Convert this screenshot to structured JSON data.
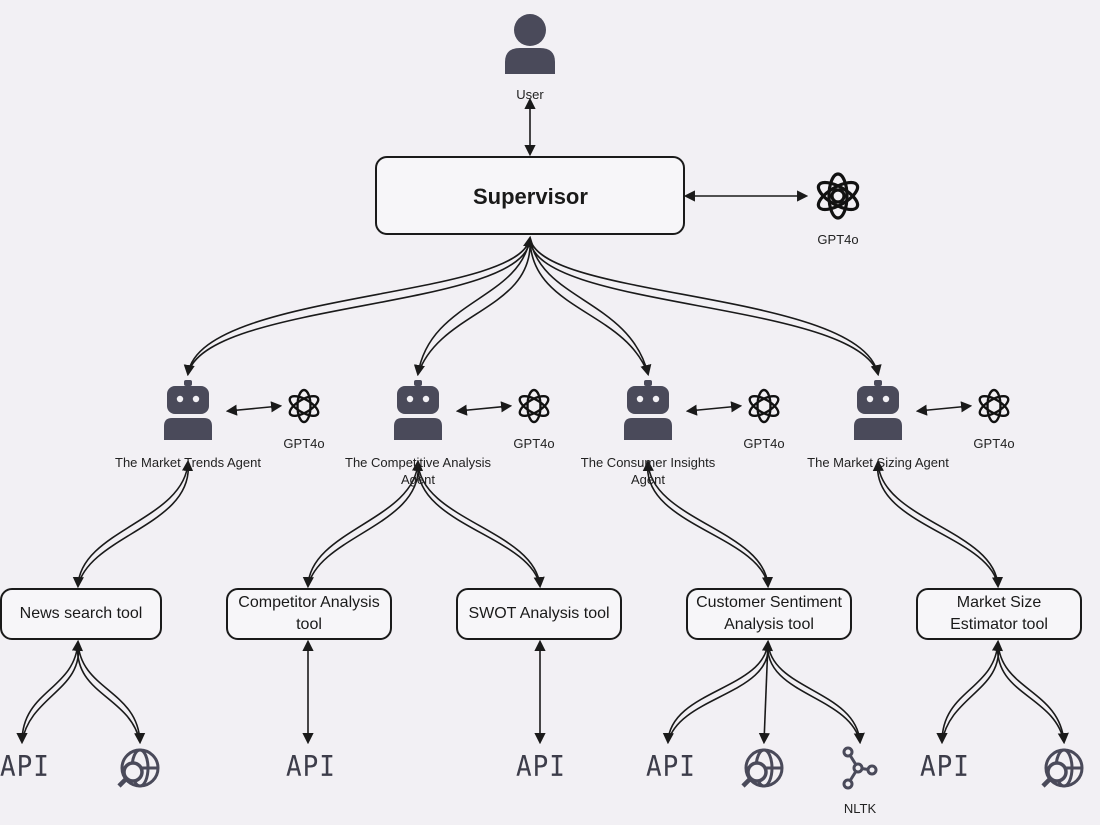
{
  "user": {
    "label": "User"
  },
  "supervisor": {
    "title": "Supervisor",
    "model": "GPT4o"
  },
  "agents": [
    {
      "name": "The Market Trends Agent",
      "model": "GPT4o"
    },
    {
      "name": "The Competitive Analysis Agent",
      "model": "GPT4o"
    },
    {
      "name": "The Consumer Insights Agent",
      "model": "GPT4o"
    },
    {
      "name": "The Market Sizing Agent",
      "model": "GPT4o"
    }
  ],
  "tools": [
    {
      "name": "News search tool"
    },
    {
      "name": "Competitor Analysis tool"
    },
    {
      "name": "SWOT Analysis tool"
    },
    {
      "name": "Customer Sentiment Analysis tool"
    },
    {
      "name": "Market Size Estimator tool"
    }
  ],
  "resources": {
    "api_label": "API",
    "nltk_label": "NLTK"
  },
  "colors": {
    "icon": "#4a4a5a",
    "stroke": "#1a1a1a",
    "background": "#f2f0f4"
  }
}
